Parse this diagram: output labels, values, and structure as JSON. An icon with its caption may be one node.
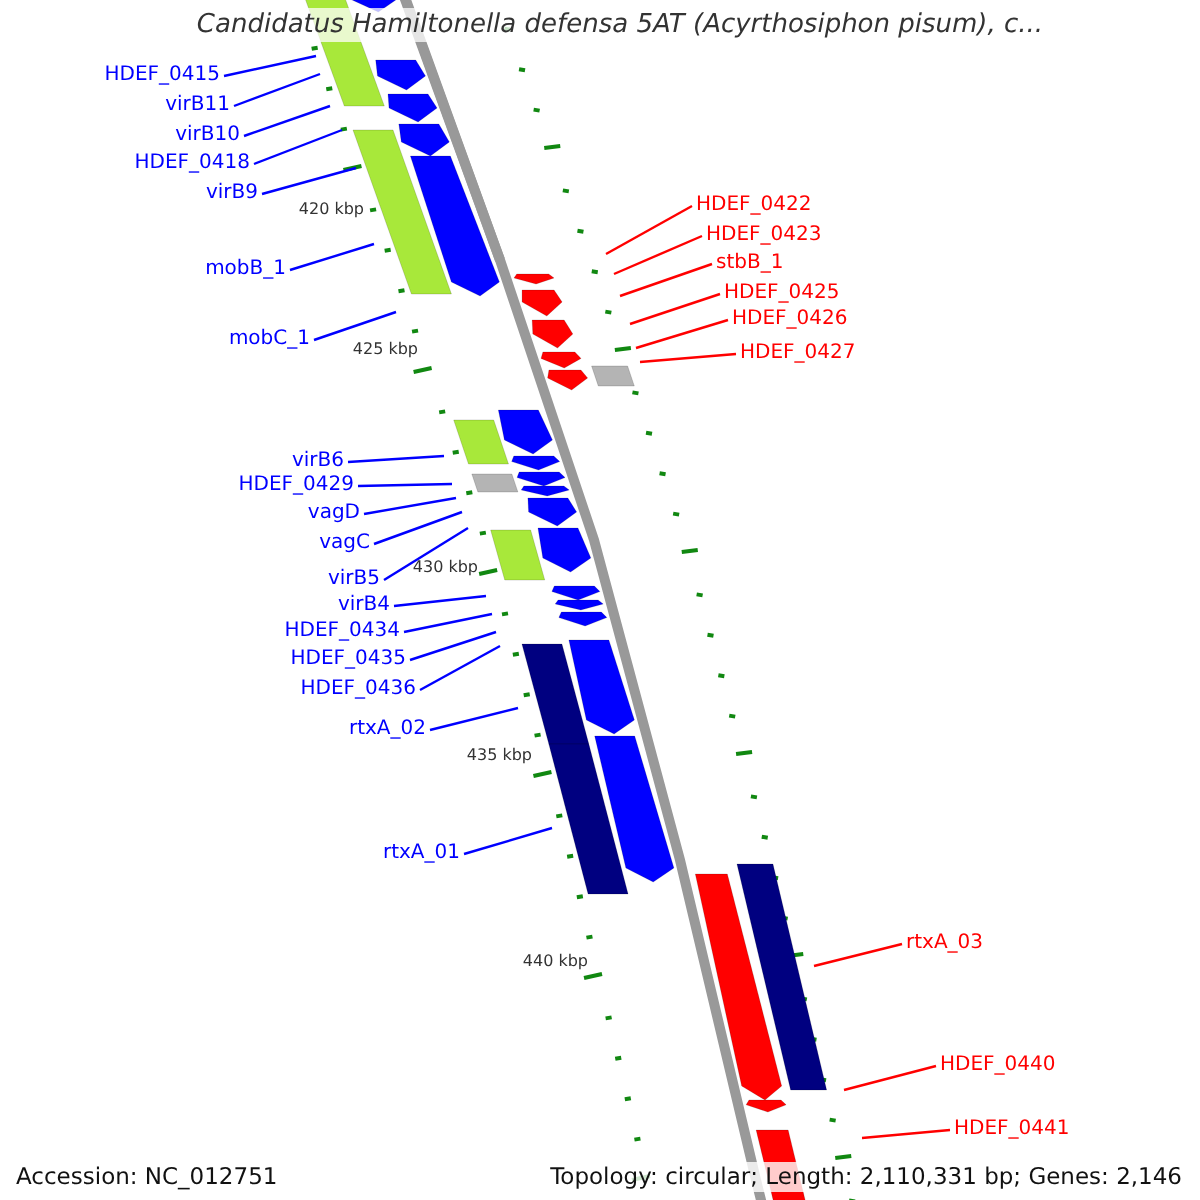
{
  "diagram": {
    "title": "Candidatus Hamiltonella defensa 5AT (Acyrthosiphon pisum), c...",
    "nodes": [
      {
        "text": [
          "HDEF_0415"
        ]
      },
      {
        "text": [
          "virB11"
        ]
      },
      {
        "text": [
          "virB10"
        ]
      },
      {
        "text": [
          "HDEF_0418"
        ]
      },
      {
        "text": [
          "virB9"
        ]
      },
      {
        "text": [
          "mobB_1"
        ]
      },
      {
        "text": [
          "mobC_1"
        ]
      },
      {
        "text": [
          "virB6"
        ]
      },
      {
        "text": [
          "HDEF_0429"
        ]
      },
      {
        "text": [
          "vagD"
        ]
      },
      {
        "text": [
          "vagC"
        ]
      },
      {
        "text": [
          "virB5"
        ]
      },
      {
        "text": [
          "virB4"
        ]
      },
      {
        "text": [
          "HDEF_0434"
        ]
      },
      {
        "text": [
          "HDEF_0435"
        ]
      },
      {
        "text": [
          "HDEF_0436"
        ]
      },
      {
        "text": [
          "rtxA_02"
        ]
      },
      {
        "text": [
          "rtxA_01"
        ]
      },
      {
        "text": [
          "HDEF_0422"
        ]
      },
      {
        "text": [
          "HDEF_0423"
        ]
      },
      {
        "text": [
          "stbB_1"
        ]
      },
      {
        "text": [
          "HDEF_0425"
        ]
      },
      {
        "text": [
          "HDEF_0426"
        ]
      },
      {
        "text": [
          "HDEF_0427"
        ]
      },
      {
        "text": [
          "rtxA_03"
        ]
      },
      {
        "text": [
          "HDEF_0440"
        ]
      },
      {
        "text": [
          "HDEF_0441"
        ]
      }
    ],
    "edges": [
      {
        "from": 0,
        "to": null,
        "arrow": "none"
      },
      {
        "from": 1,
        "to": null,
        "arrow": "none"
      },
      {
        "from": 2,
        "to": null,
        "arrow": "none"
      },
      {
        "from": 3,
        "to": null,
        "arrow": "none"
      },
      {
        "from": 4,
        "to": null,
        "arrow": "none"
      },
      {
        "from": 5,
        "to": null,
        "arrow": "none"
      },
      {
        "from": 6,
        "to": null,
        "arrow": "none"
      },
      {
        "from": 7,
        "to": null,
        "arrow": "none"
      },
      {
        "from": 8,
        "to": null,
        "arrow": "none"
      },
      {
        "from": 9,
        "to": null,
        "arrow": "none"
      },
      {
        "from": 10,
        "to": null,
        "arrow": "none"
      },
      {
        "from": 11,
        "to": null,
        "arrow": "none"
      },
      {
        "from": 12,
        "to": null,
        "arrow": "none"
      },
      {
        "from": 13,
        "to": null,
        "arrow": "none"
      },
      {
        "from": 14,
        "to": null,
        "arrow": "none"
      },
      {
        "from": 15,
        "to": null,
        "arrow": "none"
      },
      {
        "from": 16,
        "to": null,
        "arrow": "none"
      },
      {
        "from": 17,
        "to": null,
        "arrow": "none"
      },
      {
        "from": 18,
        "to": null,
        "arrow": "none",
        "color": "#ff0000"
      },
      {
        "from": 19,
        "to": null,
        "arrow": "none",
        "color": "#ff0000"
      },
      {
        "from": 20,
        "to": null,
        "arrow": "none",
        "color": "#ff0000"
      },
      {
        "from": 21,
        "to": null,
        "arrow": "none",
        "color": "#ff0000"
      },
      {
        "from": 22,
        "to": null,
        "arrow": "none",
        "color": "#ff0000"
      },
      {
        "from": 23,
        "to": null,
        "arrow": "none",
        "color": "#ff0000"
      },
      {
        "from": 24,
        "to": null,
        "arrow": "none",
        "color": "#ff0000"
      },
      {
        "from": 25,
        "to": null,
        "arrow": "none",
        "color": "#ff0000"
      },
      {
        "from": 26,
        "to": null,
        "arrow": "none",
        "color": "#ff0000"
      }
    ],
    "labels": [
      "420 kbp",
      "425 kbp",
      "430 kbp",
      "435 kbp",
      "440 kbp",
      "Accession: NC_012751",
      "Topology: circular; Length: 2,110,331 bp; Genes: 2,146"
    ]
  }
}
